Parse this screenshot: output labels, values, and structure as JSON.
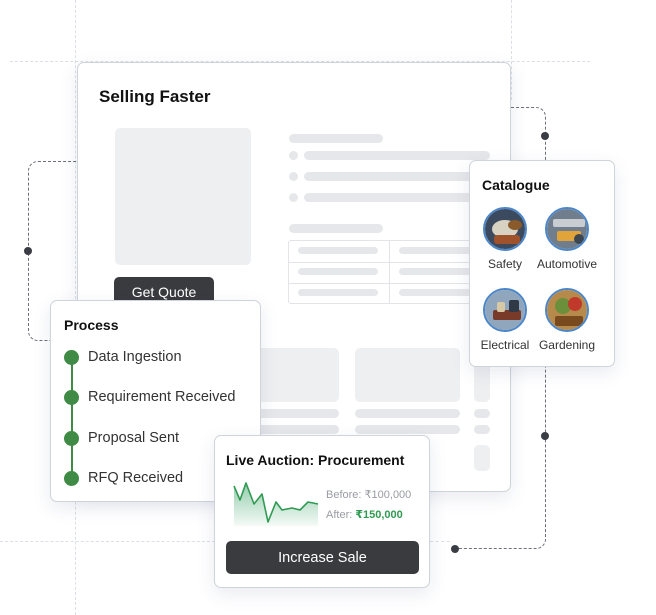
{
  "main": {
    "title": "Selling Faster",
    "quote_button": "Get Quote"
  },
  "catalogue": {
    "title": "Catalogue",
    "items": [
      {
        "label": "Safety",
        "icon": "safety-gear-image"
      },
      {
        "label": "Automotive",
        "icon": "automotive-tools-image"
      },
      {
        "label": "Electrical",
        "icon": "electrical-image"
      },
      {
        "label": "Gardening",
        "icon": "gardening-image"
      }
    ]
  },
  "process": {
    "title": "Process",
    "steps": [
      {
        "label": "Data Ingestion"
      },
      {
        "label": "Requirement Received"
      },
      {
        "label": "Proposal Sent"
      },
      {
        "label": "RFQ Received"
      }
    ]
  },
  "auction": {
    "title": "Live Auction: Procurement",
    "before_label": "Before:",
    "before_value": "₹100,000",
    "after_label": "After:",
    "after_value": "₹150,000",
    "button": "Increase Sale"
  },
  "colors": {
    "step_green": "#3f8a44",
    "after_price_green": "#2f9a52",
    "button_dark": "#3a3b3f",
    "sparkline_green": "#3aa366"
  }
}
